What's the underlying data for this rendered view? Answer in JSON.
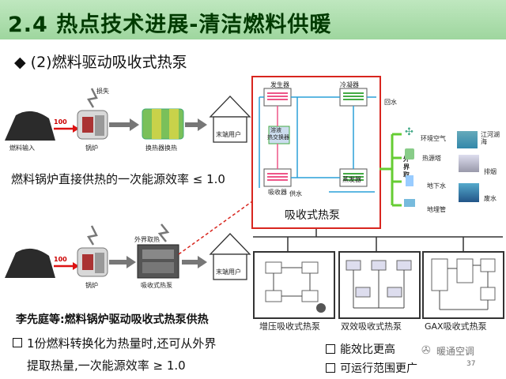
{
  "slide": {
    "title": "2.4 热点技术进展-清洁燃料供暖",
    "subtitle": "(2)燃料驱动吸收式热泵",
    "page_number": "37"
  },
  "top_flow": {
    "loss_label": "损失",
    "fuel_input_label": "燃料输入",
    "value_label": "100",
    "boiler_label": "锅炉",
    "exchanger_label": "换热器换热",
    "end_user_label": "末端用户",
    "efficiency_text": "燃料锅炉直接供热的一次能源效率 ≤ 1.0"
  },
  "bottom_flow": {
    "value_label": "100",
    "boiler_label": "锅炉",
    "external_heat_label": "外界取热",
    "heat_pump_label": "吸收式热泵",
    "end_user_label": "末端用户",
    "author_text": "李先庭等:燃料锅炉驱动吸收式热泵供热",
    "bullet_line1": "1份燃料转换化为热量时,还可从外界",
    "bullet_line2": "提取热量,一次能源效率 ≥ 1.0"
  },
  "schematic": {
    "generator_label": "发生器",
    "condenser_label": "冷凝器",
    "hx_label_line1": "溶液",
    "hx_label_line2": "热交换器",
    "absorber_label": "吸收器",
    "evaporator_label": "蒸发器",
    "return_water_label": "回水",
    "supply_water_label": "供水",
    "external_label_1": "外",
    "external_label_2": "界",
    "external_label_3": "取",
    "caption": "吸收式热泵",
    "sources": [
      "环境空气",
      "热源塔",
      "地下水",
      "地埋管"
    ],
    "source_pictures": [
      "江河湖海",
      "排烟",
      "废水"
    ]
  },
  "variants": {
    "labels": [
      "增压吸收式热泵",
      "双效吸收式热泵",
      "GAX吸收式热泵"
    ]
  },
  "advantages": [
    "能效比更高",
    "可运行范围更广"
  ],
  "watermark": "暖通空调"
}
